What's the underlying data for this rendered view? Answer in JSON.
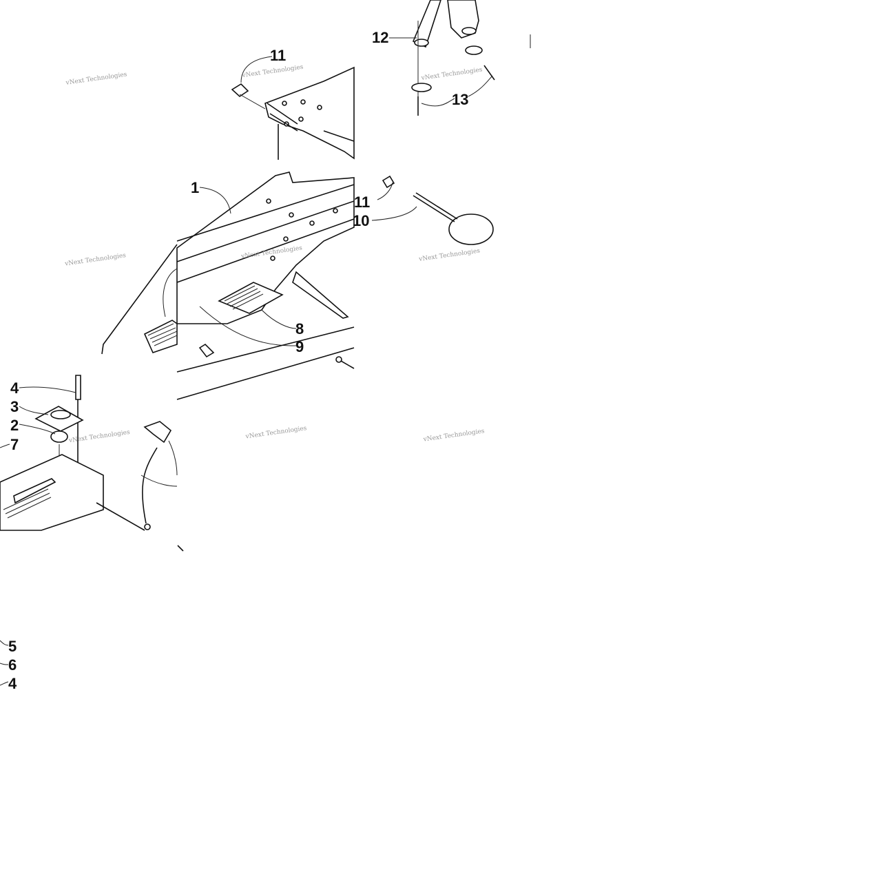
{
  "diagram": {
    "watermark_text": "vNext Technologies",
    "callouts": {
      "c1": "1",
      "c2": "2",
      "c3": "3",
      "c4a": "4",
      "c4b": "4",
      "c5": "5",
      "c6": "6",
      "c7": "7",
      "c8": "8",
      "c9": "9",
      "c10": "10",
      "c11a": "11",
      "c11b": "11",
      "c12": "12",
      "c13": "13"
    }
  }
}
